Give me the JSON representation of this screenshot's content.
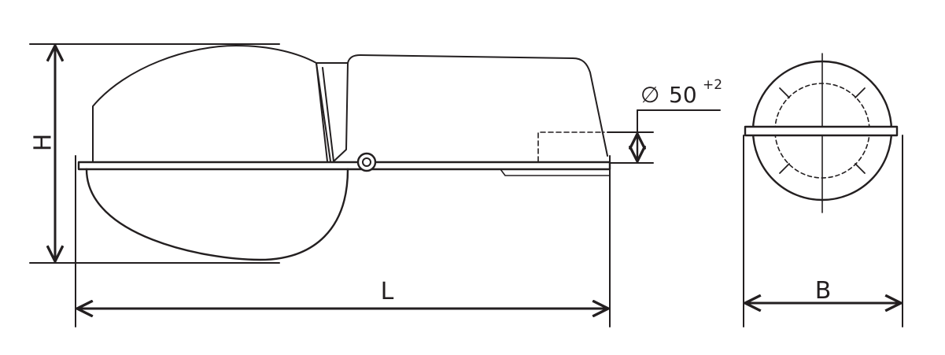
{
  "labels": {
    "height": "H",
    "length": "L",
    "width": "B",
    "diameter_symbol": "∅",
    "diameter_value": "50",
    "diameter_tolerance": "+2"
  },
  "colors": {
    "line": "#231f20",
    "background": "#ffffff"
  }
}
